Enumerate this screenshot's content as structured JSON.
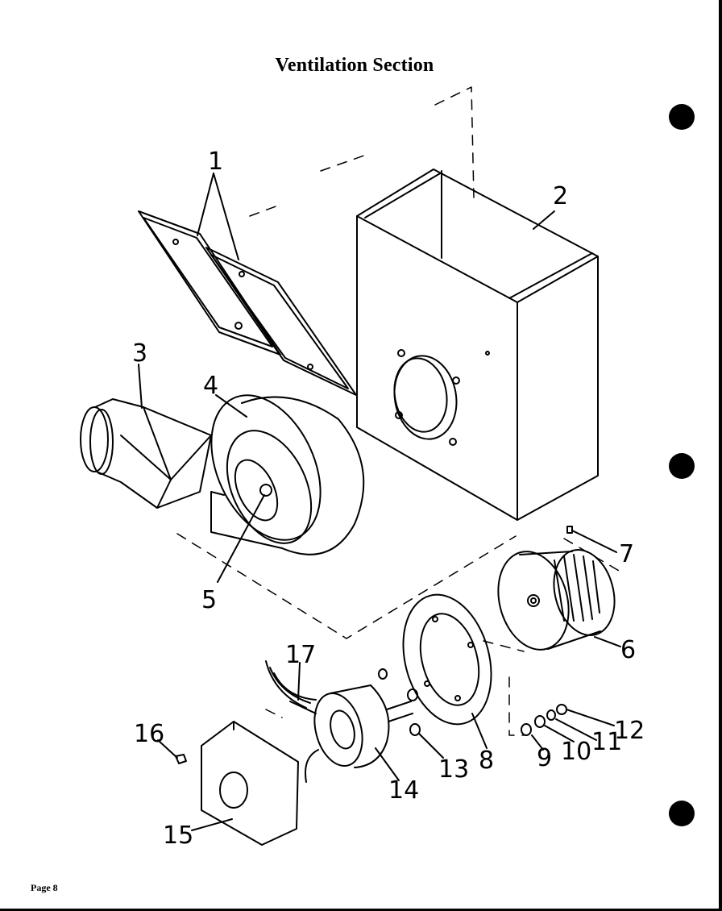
{
  "title": "Ventilation Section",
  "page_label": "Page 8",
  "callouts": {
    "c1": "1",
    "c2": "2",
    "c3": "3",
    "c4": "4",
    "c5": "5",
    "c6": "6",
    "c7": "7",
    "c8": "8",
    "c9": "9",
    "c10": "10",
    "c11": "11",
    "c12": "12",
    "c13": "13",
    "c14": "14",
    "c15": "15",
    "c16": "16",
    "c17": "17"
  }
}
